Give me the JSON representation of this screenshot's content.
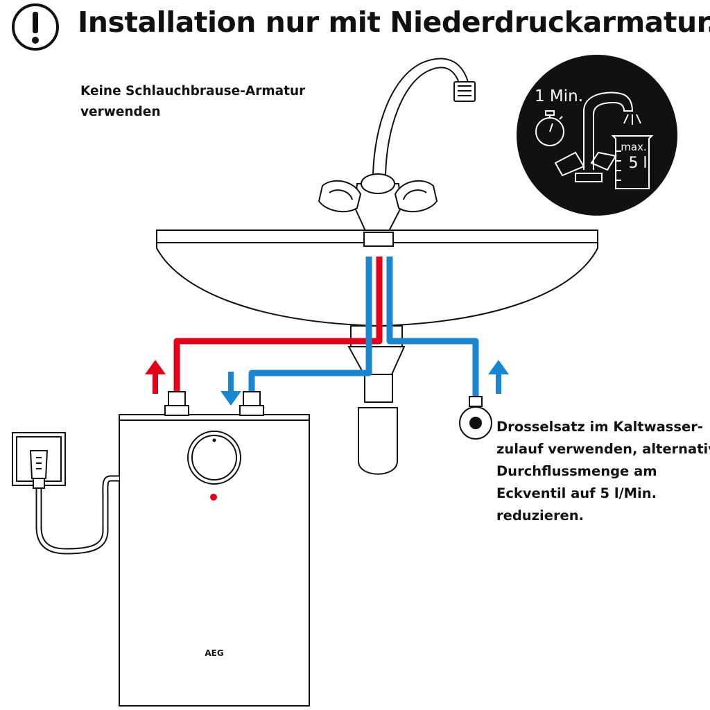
{
  "header": {
    "title": "Installation nur mit Niederdruckarmatur."
  },
  "notes": {
    "no_hose": [
      "Keine Schlauchbrause-Armatur",
      "verwenden"
    ],
    "throttle": [
      "Drosselsatz im Kaltwasser-",
      "zulauf verwenden, alternativ",
      "Durchflussmenge am",
      "Eckventil auf 5 l/Min.",
      "reduzieren."
    ]
  },
  "badge": {
    "time_label": "1 Min.",
    "volume_label_1": "max.",
    "volume_label_2": "5 l"
  },
  "device": {
    "brand": "AEG"
  },
  "colors": {
    "hot": "#e4001b",
    "cold": "#1a86d0",
    "outline": "#111111",
    "badge_bg": "#111111"
  },
  "icons": [
    "warning-icon",
    "stopwatch-icon",
    "measuring-cup-icon",
    "faucet-icon",
    "power-plug-icon",
    "arrow-up-icon",
    "arrow-down-icon"
  ]
}
